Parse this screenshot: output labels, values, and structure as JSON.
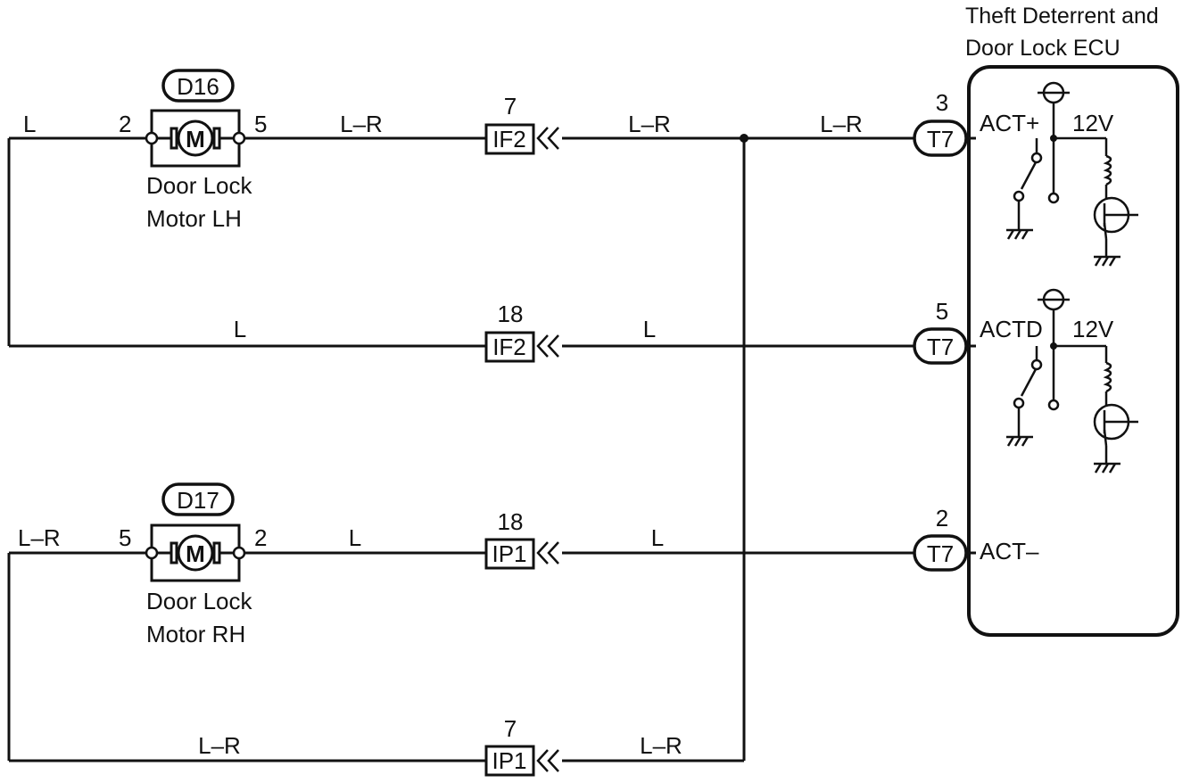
{
  "ecu": {
    "title_line1": "Theft Deterrent and",
    "title_line2": "Door Lock ECU",
    "circuits": [
      {
        "pin": "3",
        "connector": "T7",
        "signal": "ACT+",
        "supply": "12V"
      },
      {
        "pin": "5",
        "connector": "T7",
        "signal": "ACTD",
        "supply": "12V"
      },
      {
        "pin": "2",
        "connector": "T7",
        "signal": "ACT–"
      }
    ]
  },
  "motors": {
    "lh": {
      "connector": "D16",
      "symbol": "M",
      "name_line1": "Door Lock",
      "name_line2": "Motor LH",
      "pin_left": "2",
      "pin_right": "5"
    },
    "rh": {
      "connector": "D17",
      "symbol": "M",
      "name_line1": "Door Lock",
      "name_line2": "Motor RH",
      "pin_left": "5",
      "pin_right": "2"
    }
  },
  "junctions": [
    {
      "pin": "7",
      "connector": "IF2"
    },
    {
      "pin": "18",
      "connector": "IF2"
    },
    {
      "pin": "18",
      "connector": "IP1"
    },
    {
      "pin": "7",
      "connector": "IP1"
    }
  ],
  "wires": {
    "row1": {
      "left": "L",
      "middle": "L–R",
      "right_a": "L–R",
      "right_b": "L–R"
    },
    "row2": {
      "left": "L",
      "right": "L"
    },
    "row3": {
      "left": "L–R",
      "middle": "L",
      "right": "L"
    },
    "row4": {
      "left": "L–R",
      "right": "L–R"
    }
  }
}
